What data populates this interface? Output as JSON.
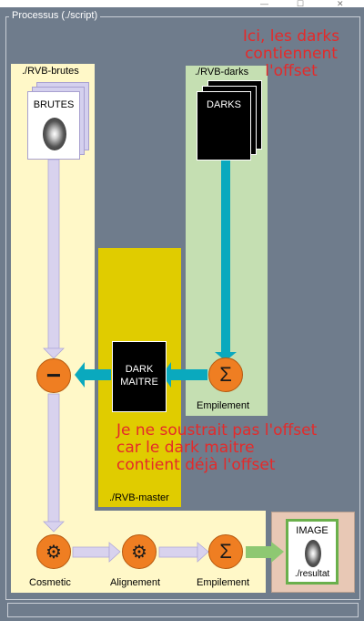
{
  "window": {
    "frame_title": "Processus (./script)",
    "controls": [
      "—",
      "☐",
      "✕"
    ]
  },
  "annotations": {
    "top_note": [
      "Ici, les darks",
      "contiennent",
      "l'offset"
    ],
    "middle_note": [
      "Je ne soustrait pas l'offset",
      "car le dark maitre",
      "contient déjà l'offset"
    ]
  },
  "folders": {
    "brutes": "./RVB-brutes",
    "darks": "./RVB-darks",
    "master": "./RVB-master",
    "result": "./resultat"
  },
  "cards": {
    "brutes": "BRUTES",
    "darks": "DARKS",
    "dark_master_line1": "DARK",
    "dark_master_line2": "MAITRE",
    "image": "IMAGE"
  },
  "nodes": {
    "subtract": "−",
    "stack_darks": "Σ",
    "cosmetic": "⚙",
    "alignment": "⚙",
    "stack_final": "Σ"
  },
  "node_labels": {
    "stack_darks": "Empilement",
    "cosmetic": "Cosmetic",
    "alignment": "Alignement",
    "stack_final": "Empilement"
  },
  "colors": {
    "background": "#6f7c8c",
    "brutes_region": "#fff8c8",
    "darks_region": "#c5dfb2",
    "master_region": "#e0cc00",
    "result_region": "#e8c8b5",
    "node": "#ef7e22",
    "arrow_lavender": "#d8d2ee",
    "arrow_teal": "#0aa9be",
    "arrow_green": "#8ec872",
    "note_red": "#e42a2a"
  }
}
